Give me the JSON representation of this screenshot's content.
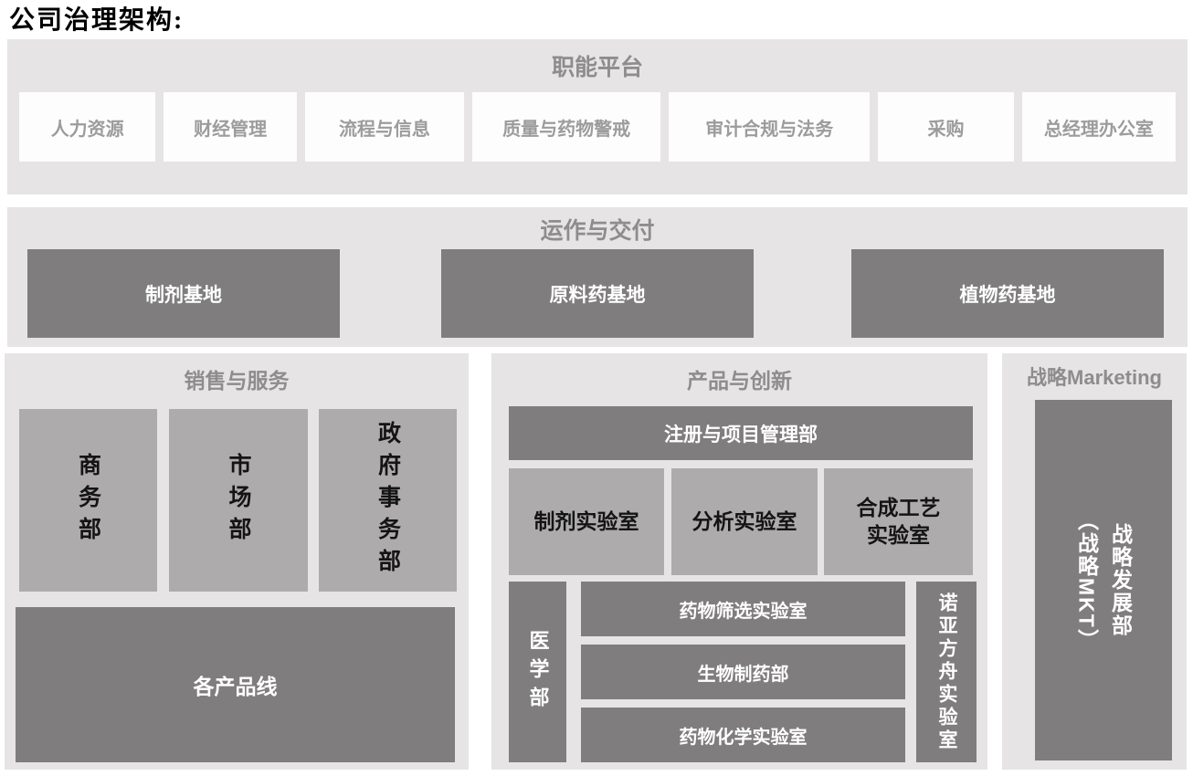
{
  "page": {
    "title": "公司治理架构:"
  },
  "colors": {
    "panel_background": "#e6e4e5",
    "dark_box": "#7f7d7e",
    "medium_box": "#aeabac",
    "white_box": "#fdfdfd",
    "header_text": "#8e8c8d",
    "white_box_text": "#9d9b9c",
    "black_text": "#141414"
  },
  "functional_platform": {
    "header": "职能平台",
    "departments": [
      "人力资源",
      "财经管理",
      "流程与信息",
      "质量与药物警戒",
      "审计合规与法务",
      "采购",
      "总经理办公室"
    ]
  },
  "operations_delivery": {
    "header": "运作与交付",
    "bases": [
      "制剂基地",
      "原料药基地",
      "植物药基地"
    ]
  },
  "sales_service": {
    "header": "销售与服务",
    "departments": [
      "商务部",
      "市场部",
      "政府事务部"
    ],
    "product_lines": "各产品线"
  },
  "product_innovation": {
    "header": "产品与创新",
    "registration_dept": "注册与项目管理部",
    "labs": [
      {
        "label": "制剂实验室"
      },
      {
        "label": "分析实验室"
      },
      {
        "label": "合成工艺",
        "label2": "实验室"
      }
    ],
    "medical_dept": "医学部",
    "research_units": [
      "药物筛选实验室",
      "生物制药部",
      "药物化学实验室"
    ],
    "noah_lab": "诺亚方舟实验室"
  },
  "strategic_marketing": {
    "header": "战略Marketing",
    "dept_col_right": "战略发展部",
    "dept_col_left": "（战略MKT）"
  }
}
